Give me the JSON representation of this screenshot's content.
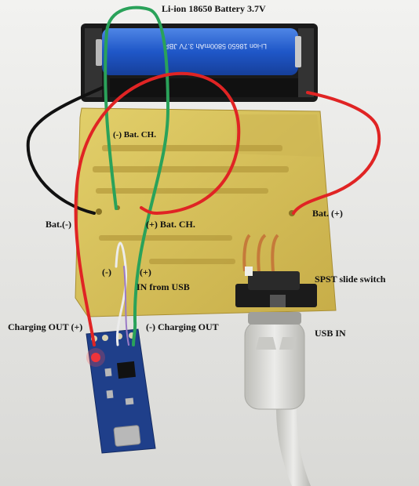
{
  "battery": {
    "label_text": "Li-ion 18650 Battery 3.7V",
    "cell_print": "Li-ion 18650 5800mAh 3.7V JBP"
  },
  "labels": {
    "bat_ch_minus": "(-) Bat. CH.",
    "bat_ch_plus": "(+) Bat. CH.",
    "bat_minus": "Bat.(-)",
    "bat_plus": "Bat. (+)",
    "in_minus": "(-)",
    "in_plus": "(+)",
    "in_from_usb": "IN from USB",
    "spst_switch": "SPST slide switch",
    "charging_out_plus": "Charging OUT (+)",
    "charging_out_minus": "(-) Charging OUT",
    "usb_in": "USB IN"
  },
  "colors": {
    "background": "#e6e6e4",
    "pcb": "#d8c25a",
    "battery_cell": "#1f57c8",
    "charger_board": "#1f3f8a",
    "wire_red": "#e02424",
    "wire_green": "#2aa25a",
    "wire_black": "#111111",
    "usb_cable": "#d6d6d2"
  }
}
